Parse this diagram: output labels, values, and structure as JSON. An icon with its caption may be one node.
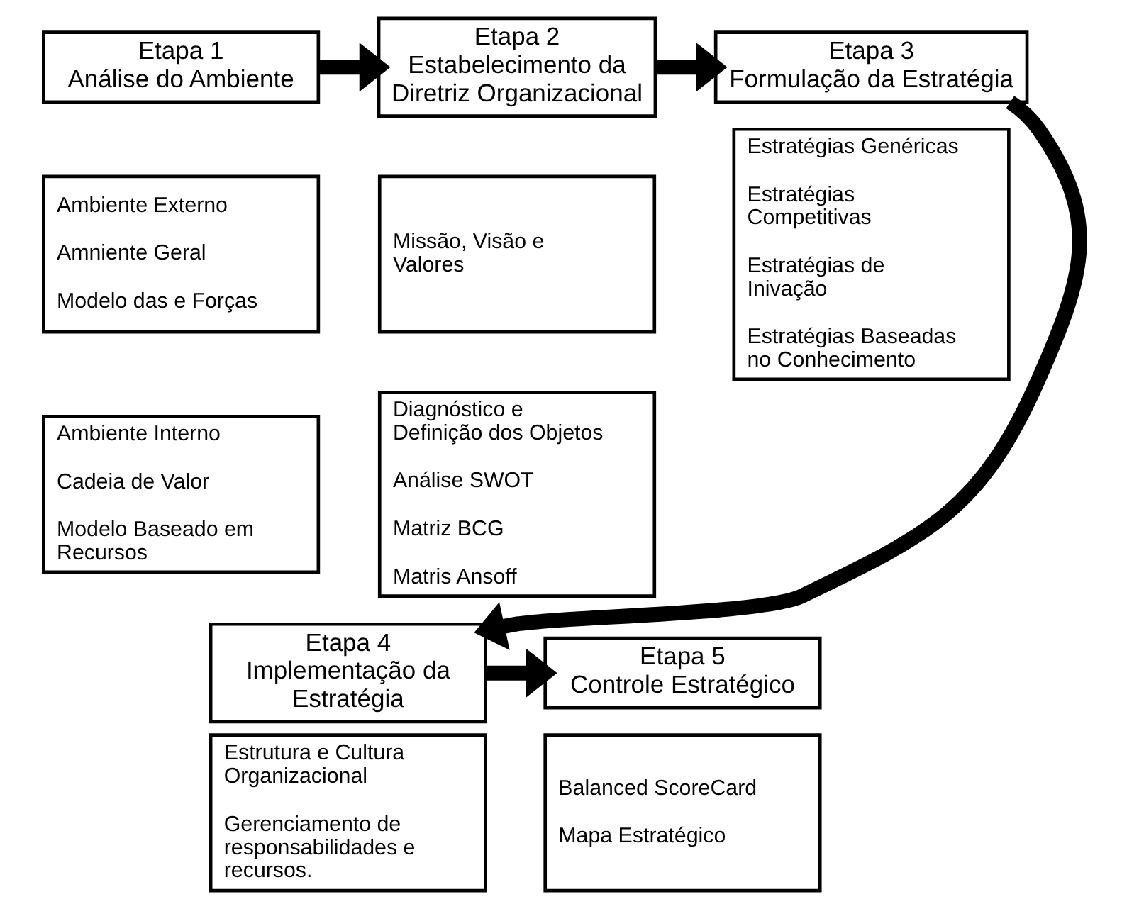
{
  "diagram": {
    "nodes": [
      {
        "text": [
          "Etapa 1",
          "Análise do Ambiente"
        ]
      },
      {
        "text": [
          "Ambiente Externo",
          "Amniente Geral",
          "Modelo das e Forças"
        ]
      },
      {
        "text": [
          "Ambiente Interno",
          "Cadeia de Valor",
          "Modelo Baseado em Recursos"
        ]
      },
      {
        "text": [
          "Etapa 2",
          "Estabelecimento da Diretriz Organizacional"
        ]
      },
      {
        "text": [
          "Missão, Visão e Valores"
        ]
      },
      {
        "text": [
          "Diagnóstico e Definição dos Objetos",
          "Análise SWOT",
          "Matriz BCG",
          "Matris Ansoff"
        ]
      },
      {
        "text": [
          "Etapa 3",
          "Formulação da Estratégia"
        ]
      },
      {
        "text": [
          "Estratégias Genéricas",
          "Estratégias Competitivas",
          "Estratégias de Inivação",
          "Estratégias Baseadas no Conhecimento"
        ]
      },
      {
        "text": [
          "Etapa 4",
          "Implementação da Estratégia"
        ]
      },
      {
        "text": [
          "Estrutura e Cultura Organizacional",
          "Gerenciamento de responsabilidades e recursos."
        ]
      },
      {
        "text": [
          "Etapa 5",
          "Controle Estratégico"
        ]
      },
      {
        "text": [
          "Balanced ScoreCard",
          "Mapa Estratégico"
        ]
      }
    ],
    "edges": [
      {
        "from": 0,
        "to": 3,
        "arrow": "to"
      },
      {
        "from": 3,
        "to": 6,
        "arrow": "to"
      },
      {
        "from": 6,
        "to": 8,
        "arrow": "to"
      },
      {
        "from": 8,
        "to": 10,
        "arrow": "to"
      }
    ]
  }
}
